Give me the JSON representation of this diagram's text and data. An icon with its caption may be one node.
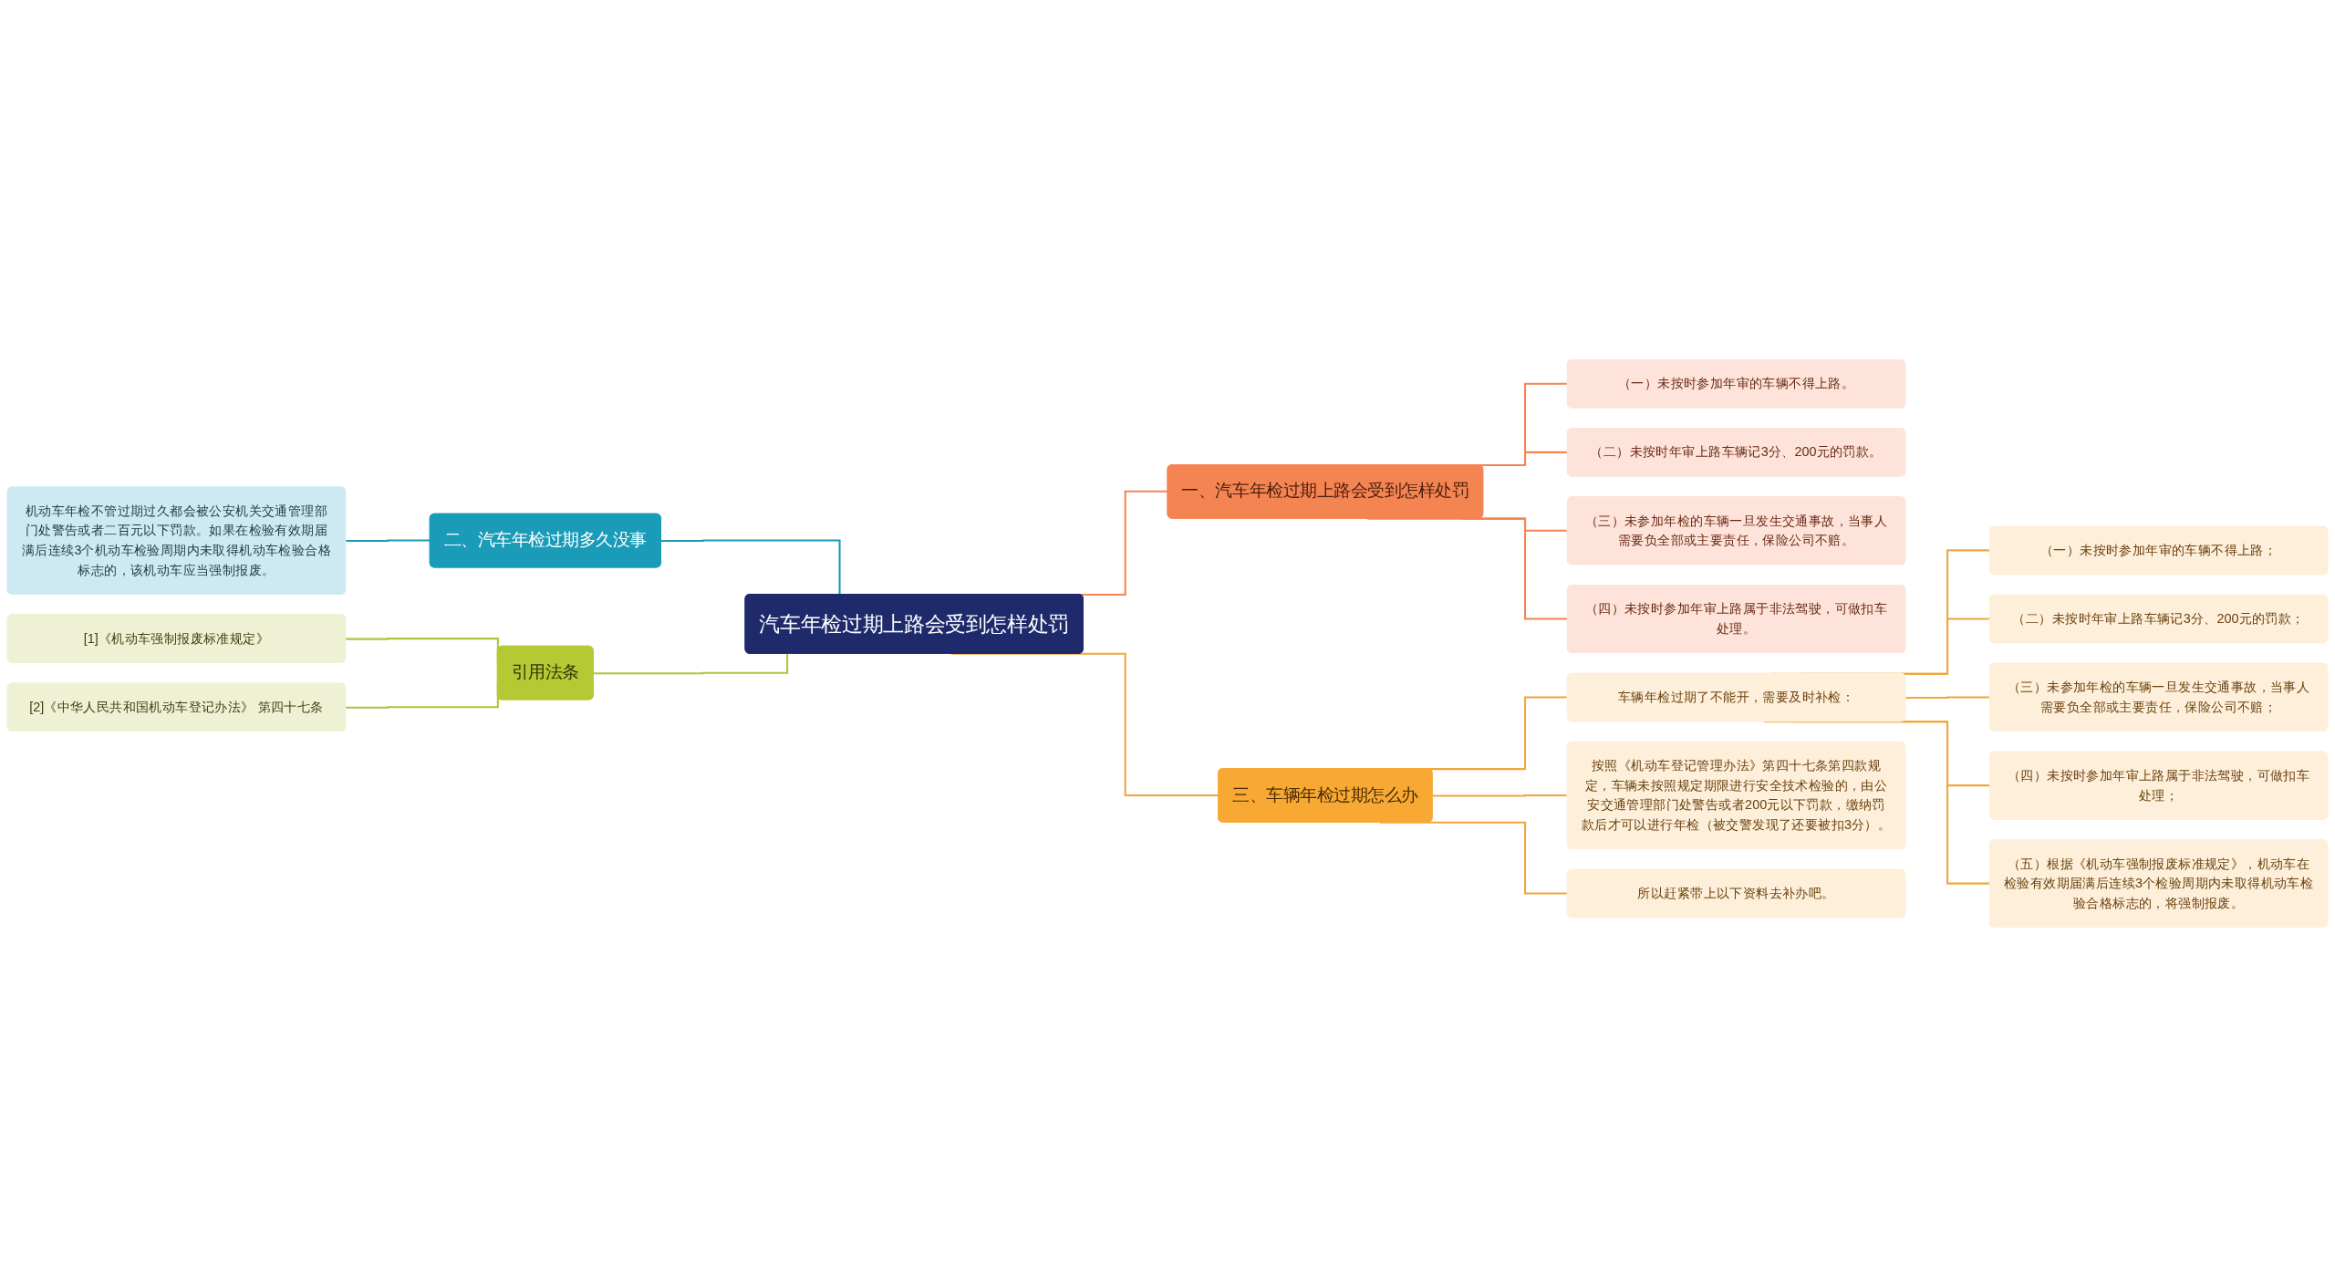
{
  "diagram": {
    "nodes": [
      {
        "text": [
          "汽车年检过期上路会受到怎样处罚"
        ]
      },
      {
        "text": [
          "一、汽车年检过期上路会受到怎样处罚"
        ]
      },
      {
        "text": [
          "（一）未按时参加年审的车辆不得上路。"
        ]
      },
      {
        "text": [
          "（二）未按时年审上路车辆记3分、200元的罚款。"
        ]
      },
      {
        "text": [
          "（三）未参加年检的车辆一旦发生交通事故，当事人需要负全部或主要责任，保险公司不赔。"
        ]
      },
      {
        "text": [
          "（四）未按时参加年审上路属于非法驾驶，可做扣车处理。"
        ]
      },
      {
        "text": [
          "二、汽车年检过期多久没事"
        ]
      },
      {
        "text": [
          "机动车年检不管过期过久都会被公安机关交通管理部门处警告或者二百元以下罚款。如果在检验有效期届满后连续3个机动车检验周期内未取得机动车检验合格标志的，该机动车应当强制报废。"
        ]
      },
      {
        "text": [
          "引用法条"
        ]
      },
      {
        "text": [
          "[1]《机动车强制报废标准规定》"
        ]
      },
      {
        "text": [
          "[2]《中华人民共和国机动车登记办法》 第四十七条"
        ]
      },
      {
        "text": [
          "三、车辆年检过期怎么办"
        ]
      },
      {
        "text": [
          "按照《机动车登记管理办法》第四十七条第四款规定，车辆未按照规定期限进行安全技术检验的，由公安交通管理部门处警告或者200元以下罚款，缴纳罚款后才可以进行年检（被交警发现了还要被扣3分）。"
        ]
      },
      {
        "text": [
          "所以赶紧带上以下资料去补办吧。"
        ]
      },
      {
        "text": [
          "车辆年检过期了不能开，需要及时补检："
        ]
      },
      {
        "text": [
          "（一）未按时参加年审的车辆不得上路；"
        ]
      },
      {
        "text": [
          "（二）未按时年审上路车辆记3分、200元的罚款；"
        ]
      },
      {
        "text": [
          "（三）未参加年检的车辆一旦发生交通事故，当事人需要负全部或主要责任，保险公司不赔；"
        ]
      },
      {
        "text": [
          "（四）未按时参加年审上路属于非法驾驶，可做扣车处理；"
        ]
      },
      {
        "text": [
          "（五）根据《机动车强制报废标准规定》，机动车在检验有效期届满后连续3个检验周期内未取得机动车检验合格标志的，将强制报废。"
        ]
      }
    ],
    "edges": [
      {
        "from": 0,
        "to": 1,
        "arrow": "none",
        "color": "#f58453"
      },
      {
        "from": 1,
        "to": 2,
        "arrow": "none",
        "color": "#f58453"
      },
      {
        "from": 1,
        "to": 3,
        "arrow": "none",
        "color": "#f58453"
      },
      {
        "from": 1,
        "to": 4,
        "arrow": "none",
        "color": "#f58453"
      },
      {
        "from": 1,
        "to": 5,
        "arrow": "none",
        "color": "#f58453"
      },
      {
        "from": 6,
        "to": 0,
        "arrow": "none",
        "color": "#1a9bb8"
      },
      {
        "from": 7,
        "to": 6,
        "arrow": "none",
        "color": "#1a9bb8"
      },
      {
        "from": 8,
        "to": 0,
        "arrow": "none",
        "color": "#a8c83a"
      },
      {
        "from": 9,
        "to": 8,
        "arrow": "none",
        "color": "#a8c83a"
      },
      {
        "from": 10,
        "to": 8,
        "arrow": "none",
        "color": "#a8c83a"
      },
      {
        "from": 0,
        "to": 11,
        "arrow": "none"
      },
      {
        "from": 11,
        "to": 12,
        "arrow": "none"
      },
      {
        "from": 11,
        "to": 13,
        "arrow": "none"
      },
      {
        "from": 11,
        "to": 14,
        "arrow": "none"
      },
      {
        "from": 14,
        "to": 15,
        "arrow": "none"
      },
      {
        "from": 14,
        "to": 16,
        "arrow": "none"
      },
      {
        "from": 14,
        "to": 17,
        "arrow": "none"
      },
      {
        "from": 14,
        "to": 18,
        "arrow": "none"
      },
      {
        "from": 14,
        "to": 19,
        "arrow": "none"
      }
    ]
  }
}
